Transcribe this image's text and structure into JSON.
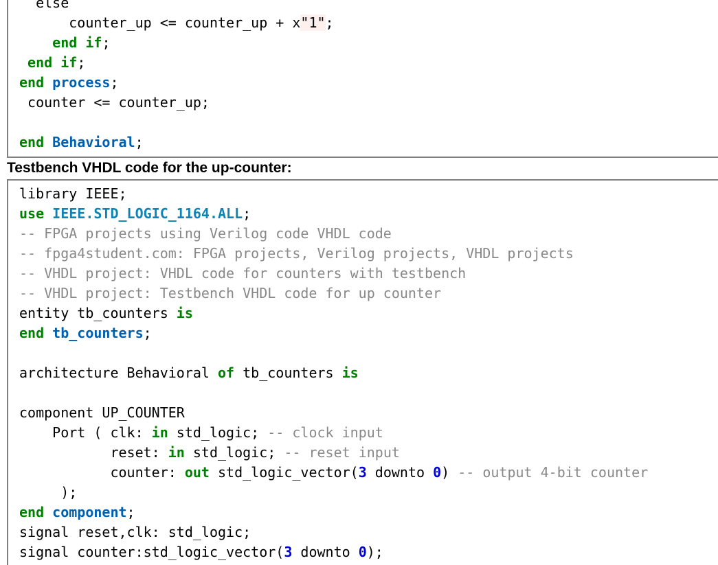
{
  "top_code": {
    "l0": "  else",
    "l1a": "      counter_up <= counter_up + x",
    "l1b": "\"1\"",
    "l1c": ";",
    "l2a": "    ",
    "l2b": "end",
    "l2c": " ",
    "l2d": "if",
    "l2e": ";",
    "l3a": " ",
    "l3b": "end",
    "l3c": " ",
    "l3d": "if",
    "l3e": ";",
    "l4a": "end",
    "l4b": " ",
    "l4c": "process",
    "l4d": ";",
    "l5": " counter <= counter_up;",
    "l6a": "end",
    "l6b": " ",
    "l6c": "Behavioral",
    "l6d": ";"
  },
  "heading": "Testbench VHDL code for the up-counter:",
  "bottom_code": {
    "l0": "library IEEE;",
    "l1a": "use",
    "l1b": " ",
    "l1c": "IEEE.STD_LOGIC_1164.ALL",
    "l1d": ";",
    "l2": "-- FPGA projects using Verilog code VHDL code",
    "l3": "-- fpga4student.com: FPGA projects, Verilog projects, VHDL projects",
    "l4": "-- VHDL project: VHDL code for counters with testbench",
    "l5": "-- VHDL project: Testbench VHDL code for up counter",
    "l6a": "entity tb_counters ",
    "l6b": "is",
    "l7a": "end",
    "l7b": " ",
    "l7c": "tb_counters",
    "l7d": ";",
    "l9a": "architecture Behavioral ",
    "l9b": "of",
    "l9c": " tb_counters ",
    "l9d": "is",
    "l11": "component UP_COUNTER",
    "l12a": "    Port ( clk: ",
    "l12b": "in",
    "l12c": " std_logic; ",
    "l12d": "-- clock input",
    "l13a": "           reset: ",
    "l13b": "in",
    "l13c": " std_logic; ",
    "l13d": "-- reset input",
    "l14a": "           counter: ",
    "l14b": "out",
    "l14c": " std_logic_vector(",
    "l14d": "3",
    "l14e": " downto ",
    "l14f": "0",
    "l14g": ") ",
    "l14h": "-- output 4-bit counter",
    "l15": "     );",
    "l16a": "end",
    "l16b": " ",
    "l16c": "component",
    "l16d": ";",
    "l17": "signal reset,clk: std_logic;",
    "l18a": "signal counter:std_logic_vector(",
    "l18b": "3",
    "l18c": " downto ",
    "l18d": "0",
    "l18e": ");"
  }
}
